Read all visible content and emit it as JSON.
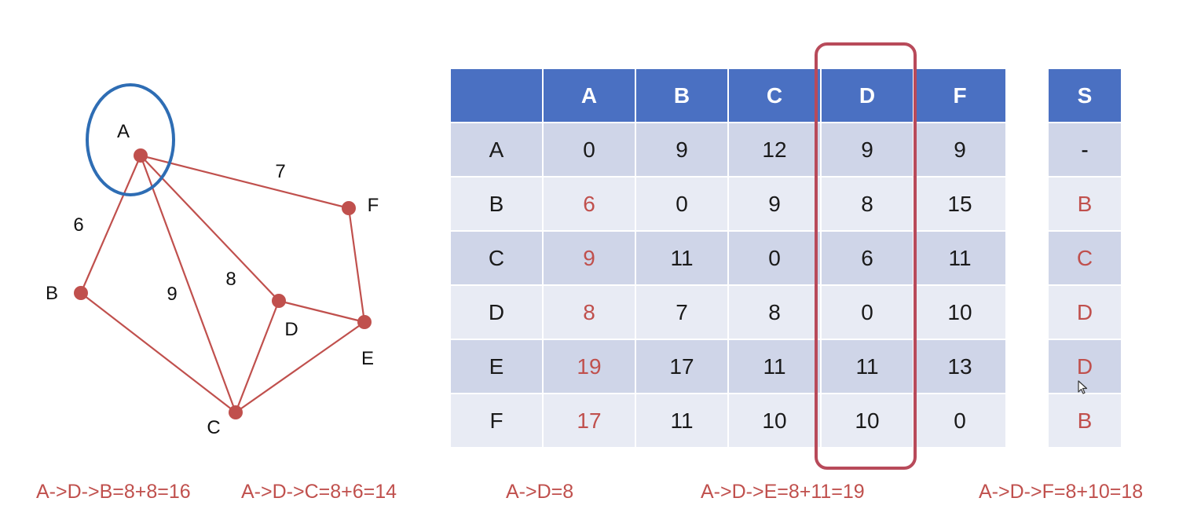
{
  "graph": {
    "nodes": [
      {
        "id": "A",
        "label": "A"
      },
      {
        "id": "B",
        "label": "B"
      },
      {
        "id": "C",
        "label": "C"
      },
      {
        "id": "D",
        "label": "D"
      },
      {
        "id": "E",
        "label": "E"
      },
      {
        "id": "F",
        "label": "F"
      }
    ],
    "edges": [
      {
        "from": "A",
        "to": "B",
        "weight": "6"
      },
      {
        "from": "A",
        "to": "C",
        "weight": "9"
      },
      {
        "from": "A",
        "to": "D",
        "weight": "8"
      },
      {
        "from": "A",
        "to": "F",
        "weight": "7"
      },
      {
        "from": "B",
        "to": "C",
        "weight": ""
      },
      {
        "from": "C",
        "to": "D",
        "weight": ""
      },
      {
        "from": "C",
        "to": "E",
        "weight": ""
      },
      {
        "from": "D",
        "to": "E",
        "weight": ""
      },
      {
        "from": "E",
        "to": "F",
        "weight": ""
      }
    ],
    "highlighted_node": "A",
    "node_color": "#c0504d",
    "edge_color": "#c0504d",
    "highlight_color": "#2e6db4"
  },
  "table": {
    "corner": "",
    "columns": [
      "A",
      "B",
      "C",
      "D",
      "F"
    ],
    "rows": [
      {
        "label": "A",
        "cells": [
          "0",
          "9",
          "12",
          "9",
          "9"
        ]
      },
      {
        "label": "B",
        "cells": [
          "6",
          "0",
          "9",
          "8",
          "15"
        ]
      },
      {
        "label": "C",
        "cells": [
          "9",
          "11",
          "0",
          "6",
          "11"
        ]
      },
      {
        "label": "D",
        "cells": [
          "8",
          "7",
          "8",
          "0",
          "10"
        ]
      },
      {
        "label": "E",
        "cells": [
          "19",
          "17",
          "11",
          "11",
          "13"
        ]
      },
      {
        "label": "F",
        "cells": [
          "17",
          "11",
          "10",
          "10",
          "0"
        ]
      }
    ],
    "highlighted_column": "D",
    "header_color": "#4a70c2",
    "accent_color": "#c0504d"
  },
  "s_table": {
    "header": "S",
    "values": [
      "-",
      "B",
      "C",
      "D",
      "D",
      "B"
    ]
  },
  "formulas": [
    "A->D->B=8+8=16",
    "A->D->C=8+6=14",
    "A->D=8",
    "A->D->E=8+11=19",
    "A->D->F=8+10=18"
  ]
}
